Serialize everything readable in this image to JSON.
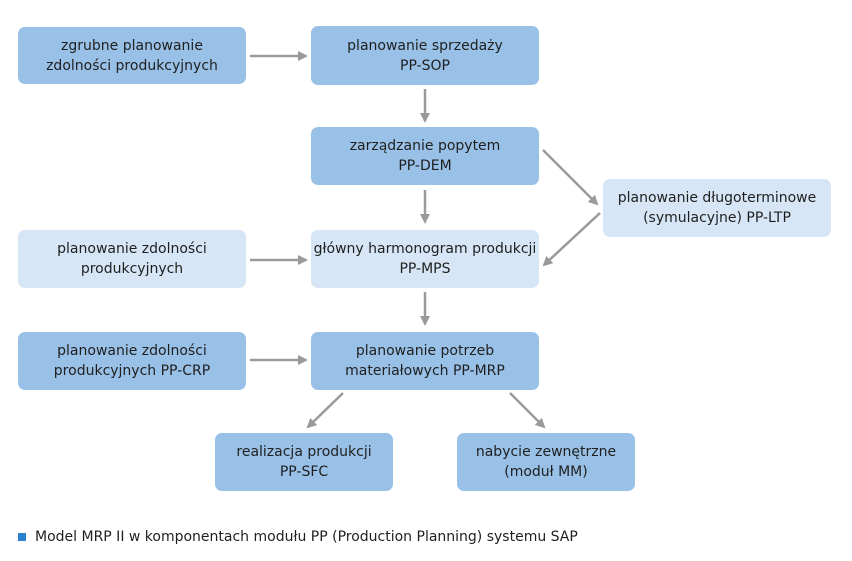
{
  "diagram": {
    "boxes": {
      "zgrubne": {
        "line1": "zgrubne planowanie",
        "line2": "zdolności produkcyjnych"
      },
      "sop": {
        "line1": "planowanie sprzedaży",
        "line2": "PP-SOP"
      },
      "dem": {
        "line1": "zarządzanie popytem",
        "line2": "PP-DEM"
      },
      "ltp": {
        "line1": "planowanie długoterminowe",
        "line2": "(symulacyjne) PP-LTP"
      },
      "zdolnosci": {
        "line1": "planowanie zdolności",
        "line2": "produkcyjnych"
      },
      "mps": {
        "line1": "główny harmonogram produkcji",
        "line2": "PP-MPS"
      },
      "crp": {
        "line1": "planowanie zdolności",
        "line2": "produkcyjnych PP-CRP"
      },
      "mrp": {
        "line1": "planowanie potrzeb",
        "line2": "materiałowych PP-MRP"
      },
      "sfc": {
        "line1": "realizacja produkcji",
        "line2": "PP-SFC"
      },
      "mm": {
        "line1": "nabycie zewnętrzne",
        "line2": "(moduł MM)"
      }
    },
    "caption": "Model MRP II w komponentach modułu PP (Production Planning) systemu SAP"
  },
  "colors": {
    "dark_box": "#99c1e7",
    "light_box": "#d6e6f6",
    "arrow": "#9a9a9a",
    "caption_marker": "#2a7fce"
  }
}
